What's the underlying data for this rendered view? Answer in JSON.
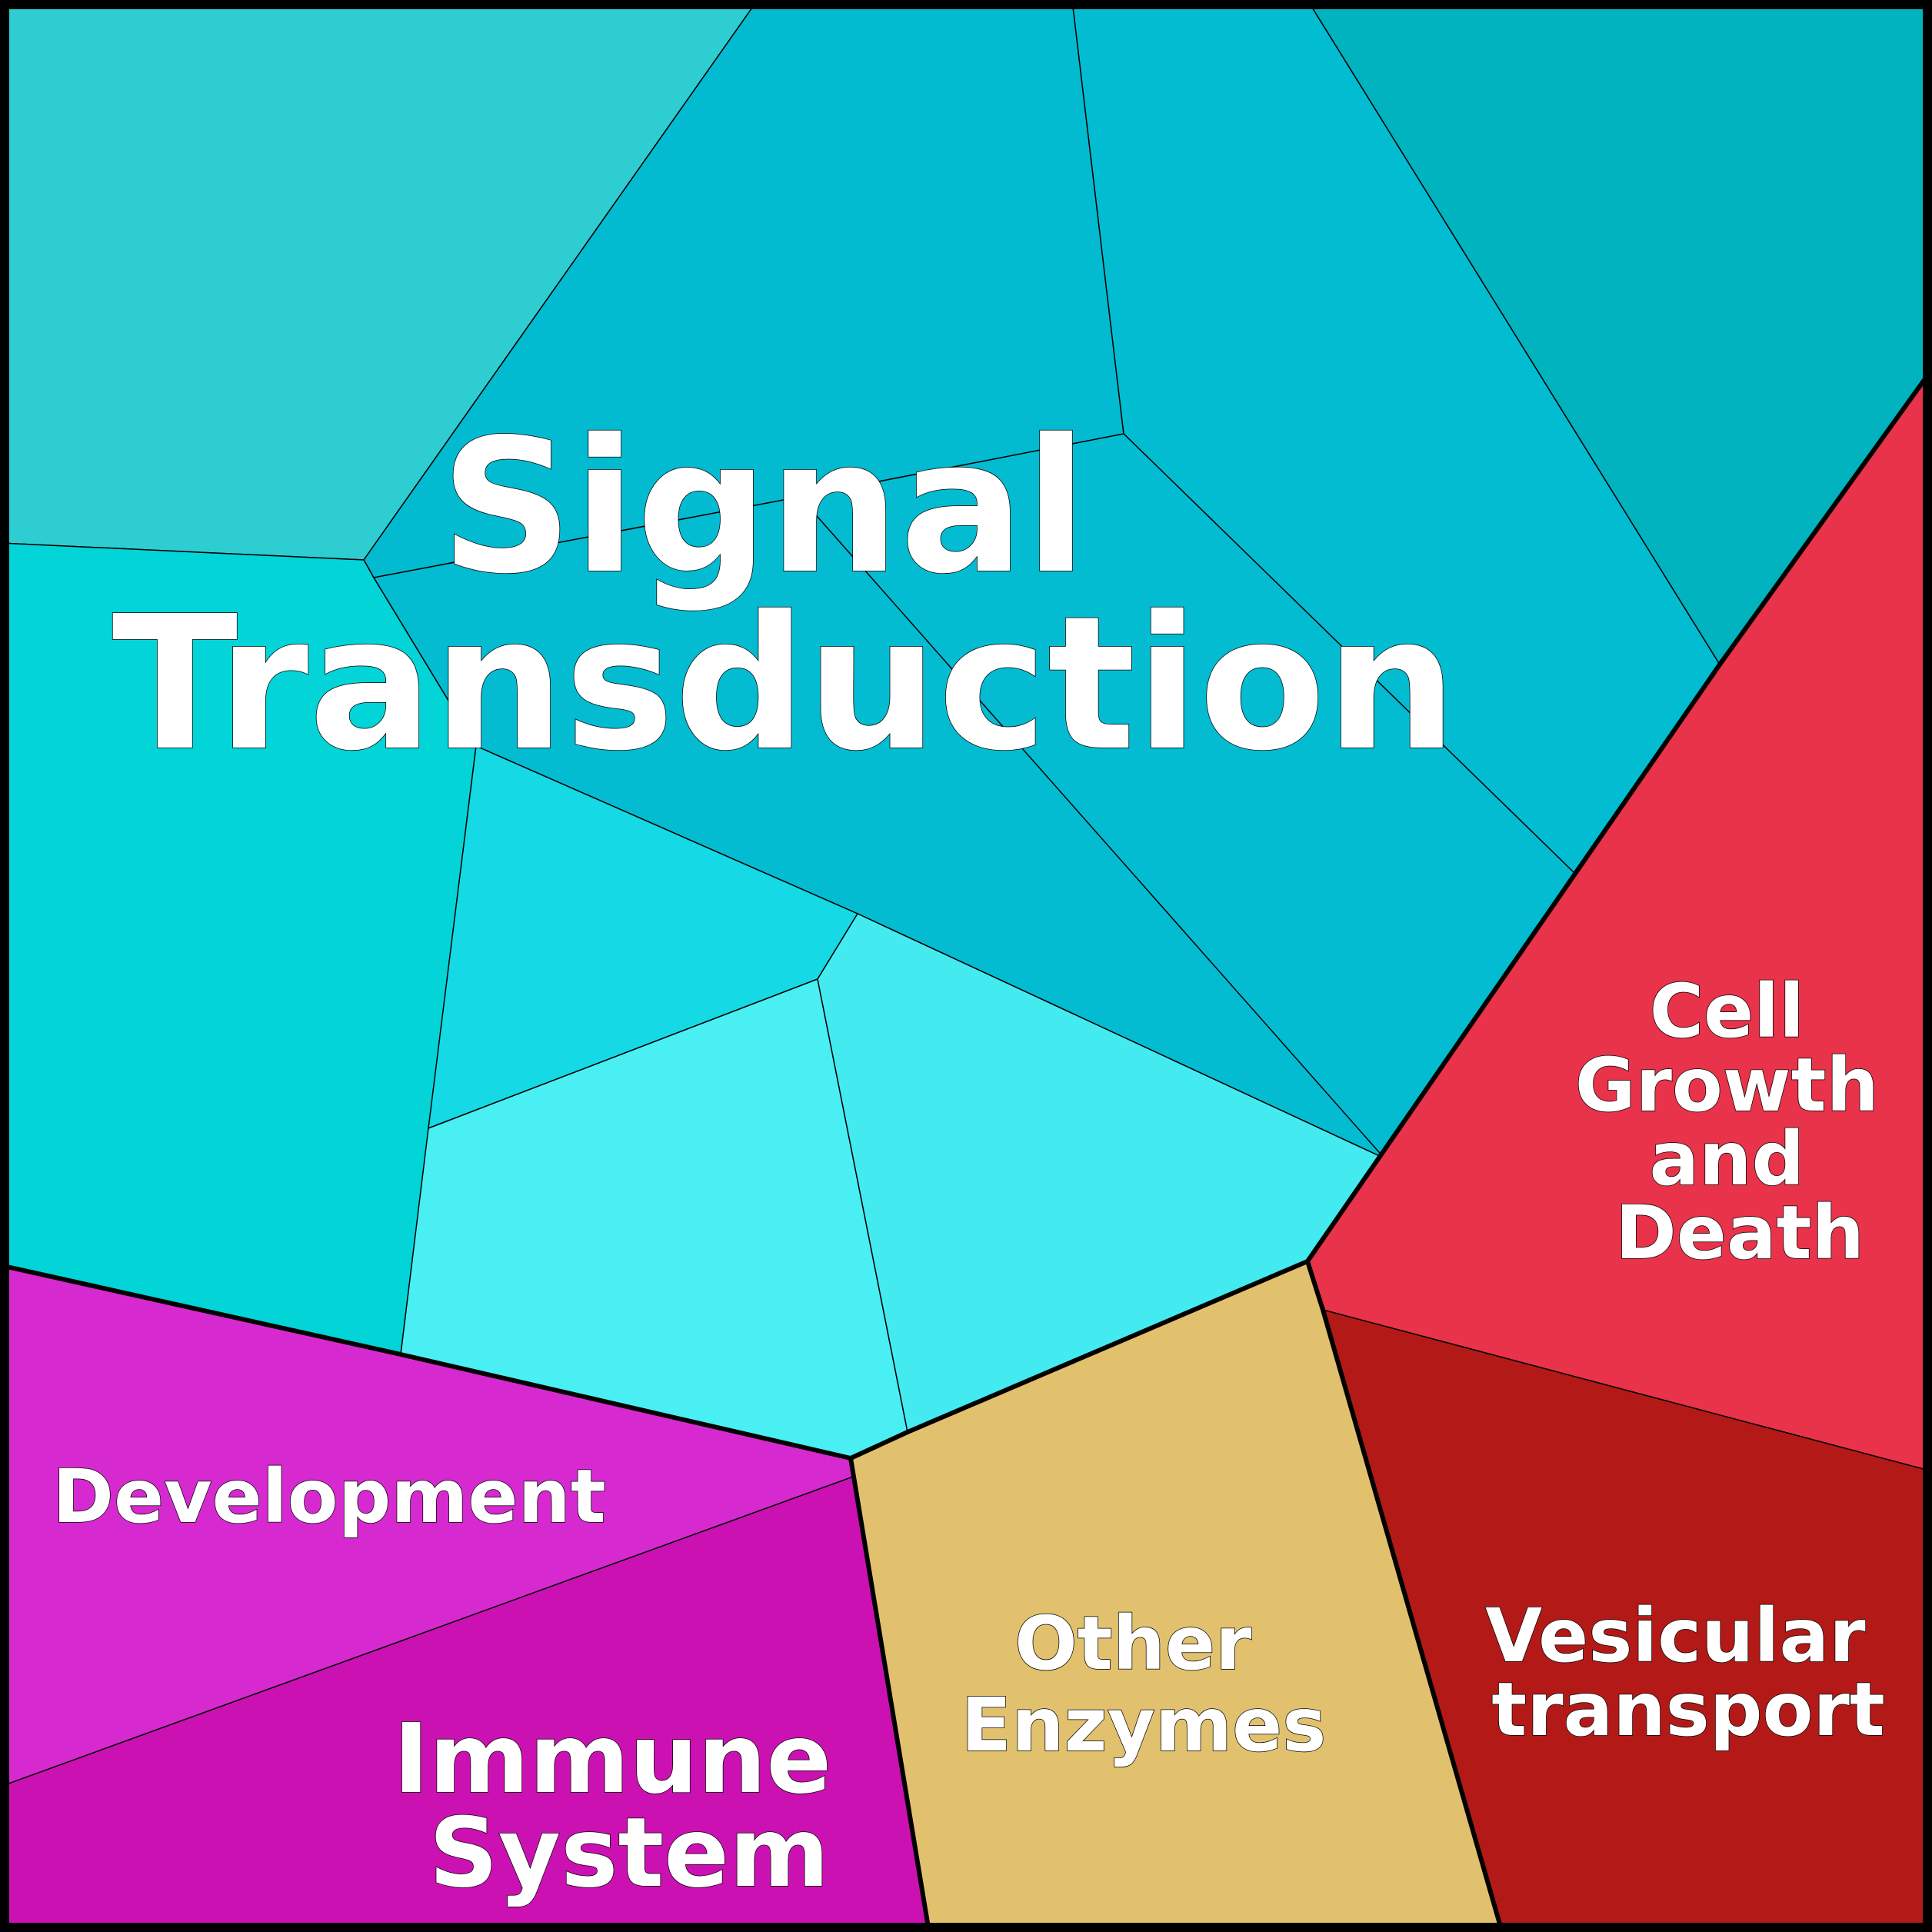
{
  "groups": [
    {
      "name": "Signal Transduction",
      "lines": [
        "Signal",
        "Transduction"
      ],
      "color": "#00BCD4"
    },
    {
      "name": "Cell Growth and Death",
      "lines": [
        "Cell",
        "Growth",
        "and",
        "Death"
      ],
      "color": "#E8334A"
    },
    {
      "name": "Vesicular transport",
      "lines": [
        "Vesicular",
        "transport"
      ],
      "color": "#B31A17"
    },
    {
      "name": "Other Enzymes",
      "lines": [
        "Other",
        "Enzymes"
      ],
      "color": "#E2C16E"
    },
    {
      "name": "Immune System",
      "lines": [
        "Immune",
        "System"
      ],
      "color": "#CC11B3"
    },
    {
      "name": "Development",
      "lines": [
        "Development"
      ],
      "color": "#D62AD0"
    }
  ],
  "signal_transduction_subcell_colors": [
    "#2ECDD1",
    "#02BBD0",
    "#02BDD1",
    "#01B2BF",
    "#02D4D7",
    "#04BCD1",
    "#15D9E4",
    "#4AEFF4",
    "#43EBF1"
  ]
}
